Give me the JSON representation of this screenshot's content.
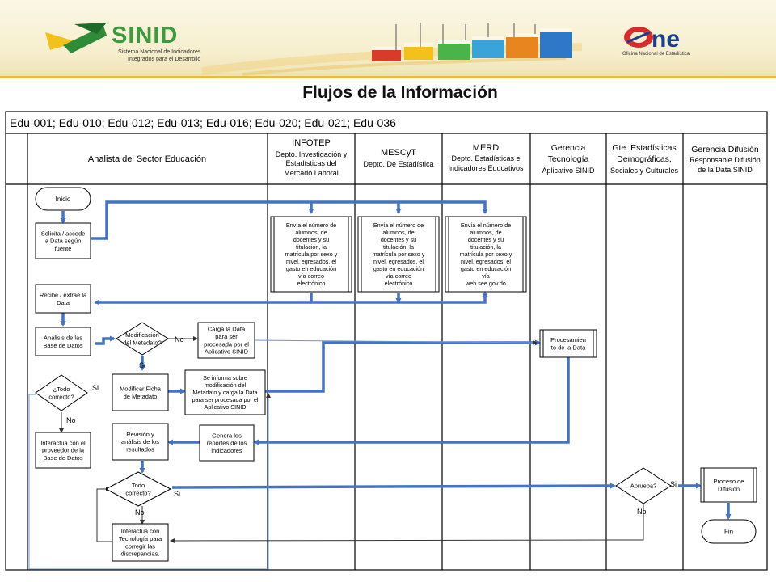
{
  "header": {
    "logo_left": {
      "main": "SINID",
      "sub1": "Sistema Nacional de Indicadores",
      "sub2": "Integrados para el Desarrollo"
    },
    "logo_right": {
      "main": "ne",
      "sub": "Oficina Nacional de Estadística"
    },
    "bar_colors": [
      "#d93b2b",
      "#f2c21a",
      "#4ab34a",
      "#3aa4d9",
      "#e8851f",
      "#2f78c8"
    ]
  },
  "title": "Flujos de la Información",
  "indicators": "Edu-001; Edu-010; Edu-012; Edu-013; Edu-016; Edu-020; Edu-021; Edu-036",
  "lanes": [
    {
      "lines": [
        "Analista del Sector Educación"
      ]
    },
    {
      "lines": [
        "INFOTEP",
        "Depto. Investigación y",
        "Estadísticas del",
        "Mercado Laboral"
      ]
    },
    {
      "lines": [
        "MESCyT",
        "Depto. De Estadística"
      ]
    },
    {
      "lines": [
        "MERD",
        "Depto. Estadísticas e",
        "Indicadores Educativos"
      ]
    },
    {
      "lines": [
        "Gerencia",
        "Tecnología",
        "Aplicativo  SINID"
      ]
    },
    {
      "lines": [
        "Gte. Estadísticas",
        "Demográficas,",
        "Sociales y Culturales"
      ]
    },
    {
      "lines": [
        "Gerencia Difusión",
        "Responsable Difusión",
        "de la Data SINID"
      ]
    }
  ],
  "nodes": {
    "inicio": [
      "Inicio"
    ],
    "solicita": [
      "Solicita / accede",
      "a Data según",
      "fuente"
    ],
    "infotep": [
      "Envía el número de",
      "alumnos, de",
      "docentes y su",
      "titulación, la",
      "matrícula por sexo y",
      "nivel, egresados, el",
      "gasto en educación",
      "vía correo",
      "electrónico"
    ],
    "mescyt": [
      "Envía el número de",
      "alumnos, de",
      "docentes y su",
      "titulación, la",
      "matrícula por sexo y",
      "nivel, egresados, el",
      "gasto en educación",
      "vía correo",
      "electrónico"
    ],
    "merd": [
      "Envía el número de",
      "alumnos, de",
      "docentes y su",
      "titulación, la",
      "matrícula por sexo y",
      "nivel, egresados, el",
      "gasto en educación",
      "vía",
      "web see.gov.do"
    ],
    "recibe": [
      "Recibe / extrae la",
      "Data"
    ],
    "analisis": [
      "Análisis de las",
      "Base de Datos"
    ],
    "modificacion": [
      "Modificación",
      "del Metadato?"
    ],
    "carga": [
      "Carga la Data",
      "para ser",
      "procesada por el",
      "Aplicativo SINID"
    ],
    "procesamiento": [
      "Procesamien",
      "to de la Data"
    ],
    "todo1": [
      "¿Todo",
      "correcto?"
    ],
    "modificar_ficha": [
      "Modificar Ficha",
      "de Metadato"
    ],
    "informa": [
      "Se informa sobre",
      "modificación del",
      "Metadato y carga la Data",
      "para ser procesada por el",
      "Aplicativo SINID"
    ],
    "interactua_prov": [
      "Interactúa con el",
      "proveedor de la",
      "Base de Datos"
    ],
    "revision": [
      "Revisión y",
      "análisis de los",
      "resultados"
    ],
    "reportes": [
      "Genera los",
      "reportes de los",
      "indicadores"
    ],
    "todo2": [
      "Todo",
      "correcto?"
    ],
    "aprueba": [
      "Aprueba?"
    ],
    "difusion": [
      "Proceso de",
      "Difusión"
    ],
    "interactua_tec": [
      "Interactúa con",
      "Tecnología para",
      "corregir las",
      "discrepancias."
    ],
    "fin": [
      "Fin"
    ]
  },
  "labels": {
    "si": "Si",
    "no": "No"
  },
  "colors": {
    "arrow": "#4472c4",
    "line": "#000000"
  }
}
